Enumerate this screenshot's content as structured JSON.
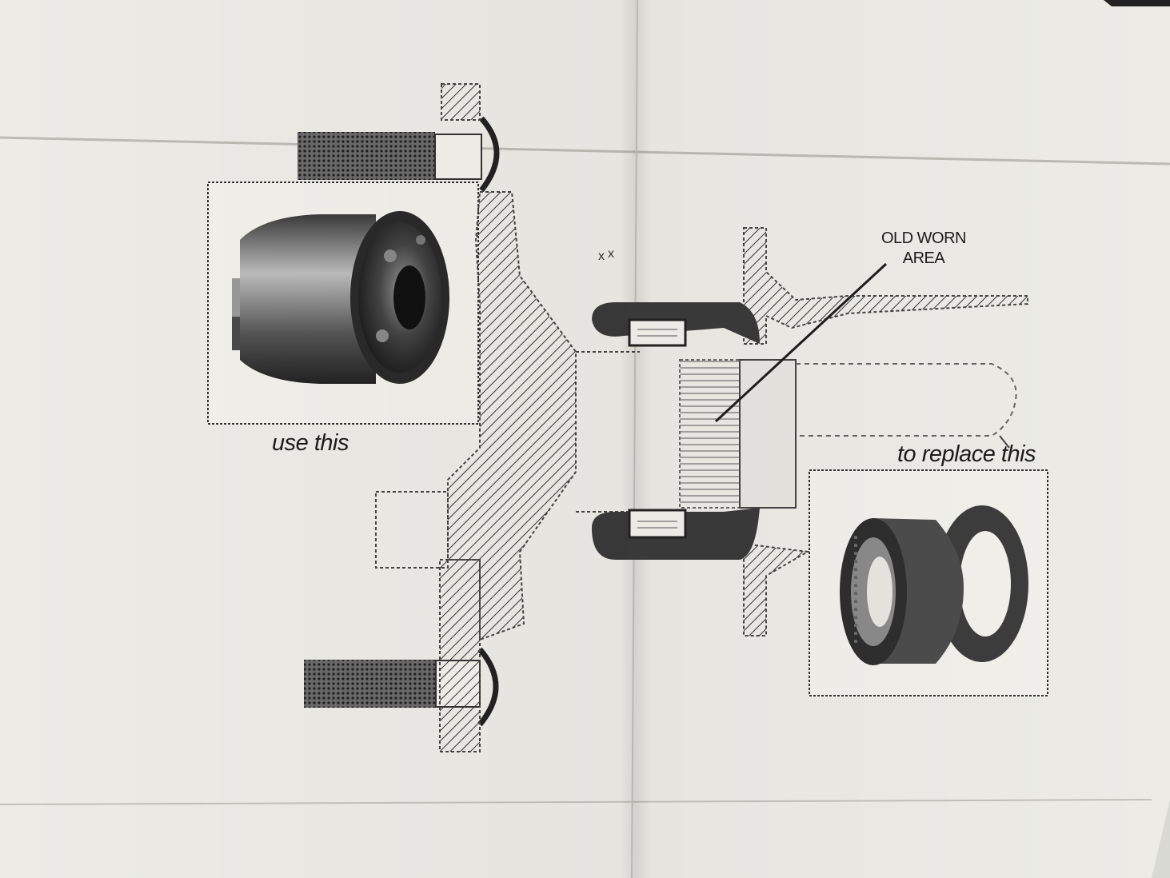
{
  "labels": {
    "old_worn_area_line1": "OLD WORN",
    "old_worn_area_line2": "AREA",
    "use_this": "use this",
    "to_replace_this": "to replace this"
  },
  "colors": {
    "paper": "#efeee9",
    "ink": "#2a2a2a",
    "shadow": "#c9c8c2"
  }
}
